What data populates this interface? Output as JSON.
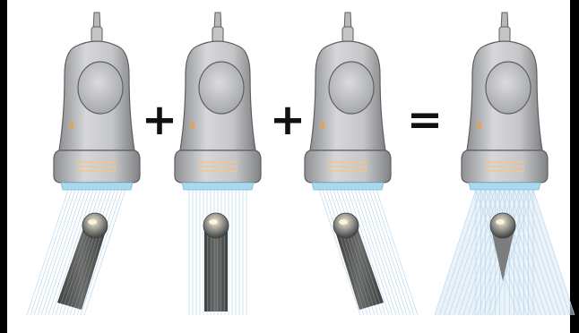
{
  "diagram": {
    "operators": [
      {
        "symbol": "+"
      },
      {
        "symbol": "+"
      },
      {
        "symbol": "="
      }
    ],
    "probes": [
      {
        "name": "probe-1",
        "beam": "steered-left"
      },
      {
        "name": "probe-2",
        "beam": "straight"
      },
      {
        "name": "probe-3",
        "beam": "steered-right"
      },
      {
        "name": "probe-4",
        "beam": "compound"
      }
    ],
    "colors": {
      "probe_body": "#c9cacc",
      "probe_body_dark": "#8e9093",
      "probe_outline": "#5d5f62",
      "transducer_face": "#a9d8ef",
      "indicator_lines": "#f3c58d",
      "beam_lines": "#b9d6ea",
      "beam_fill": "#dbeaf5",
      "shadow_dark": "#4d4d4d",
      "background": "#ffffff",
      "frame": "#000000",
      "operator_color": "#111111"
    }
  }
}
